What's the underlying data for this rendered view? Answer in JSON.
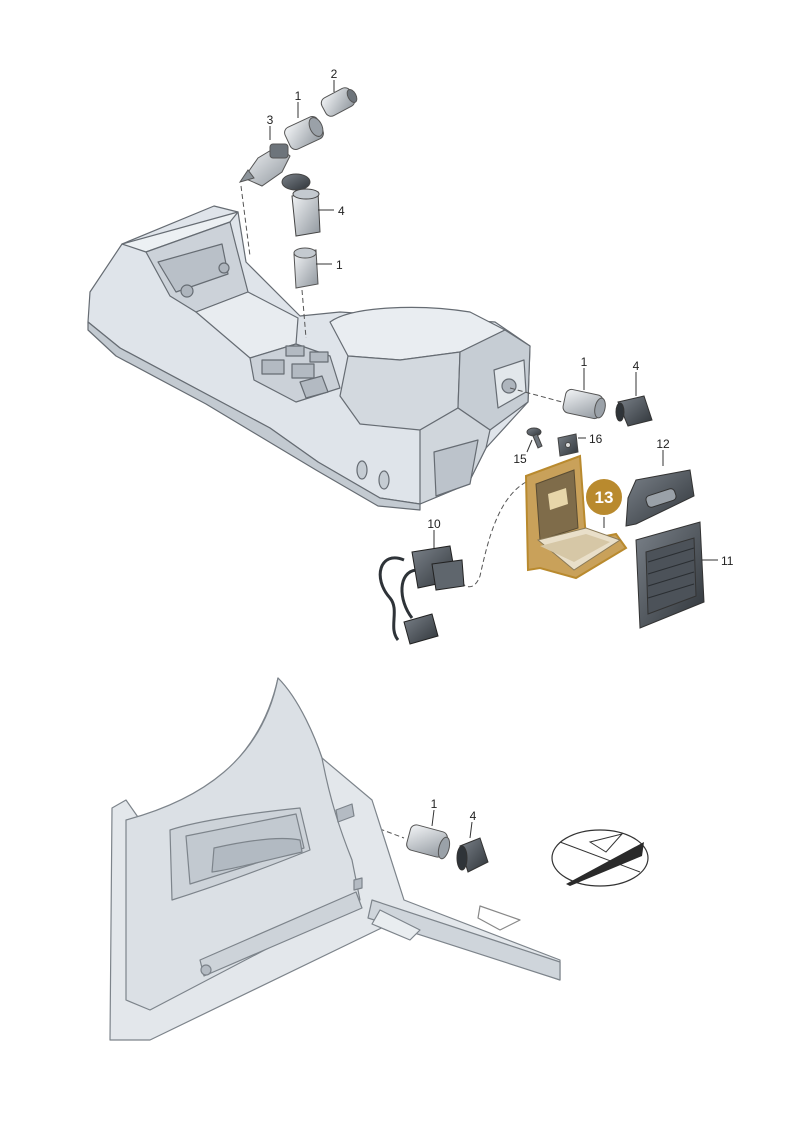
{
  "diagram": {
    "callouts": [
      {
        "id": "c2",
        "text": "2"
      },
      {
        "id": "c1a",
        "text": "1"
      },
      {
        "id": "c3",
        "text": "3"
      },
      {
        "id": "c4a",
        "text": "4"
      },
      {
        "id": "c1b",
        "text": "1"
      },
      {
        "id": "c1c",
        "text": "1"
      },
      {
        "id": "c4b",
        "text": "4"
      },
      {
        "id": "c16",
        "text": "16"
      },
      {
        "id": "c15",
        "text": "15"
      },
      {
        "id": "c12",
        "text": "12"
      },
      {
        "id": "c10",
        "text": "10"
      },
      {
        "id": "c11",
        "text": "11"
      },
      {
        "id": "c1d",
        "text": "1"
      },
      {
        "id": "c4c",
        "text": "4"
      }
    ],
    "highlight": {
      "text": "13",
      "color": "#b98a2e"
    },
    "colors": {
      "console_fill": "#dfe4ea",
      "console_stroke": "#666c73",
      "part_dark": "#4c5259",
      "highlight_fill": "#c9a15a"
    }
  }
}
